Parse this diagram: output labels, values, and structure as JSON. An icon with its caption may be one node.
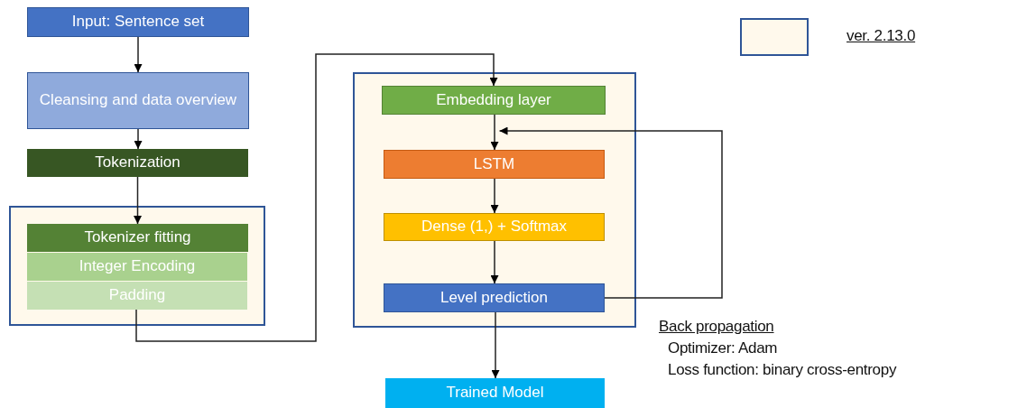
{
  "diagram": {
    "nodes": [
      {
        "text": [
          "Input: Sentence set"
        ]
      },
      {
        "text": [
          "Cleansing and data overview"
        ]
      },
      {
        "text": [
          "Tokenization"
        ]
      },
      {
        "text": [],
        "shape": "box"
      },
      {
        "text": [
          "Tokenizer fitting"
        ],
        "in": 3
      },
      {
        "text": [
          "Integer Encoding"
        ],
        "in": 3
      },
      {
        "text": [
          "Padding"
        ],
        "in": 3
      },
      {
        "text": [],
        "shape": "box"
      },
      {
        "text": [
          "Embedding layer"
        ],
        "in": 7
      },
      {
        "text": [
          "LSTM"
        ],
        "in": 7
      },
      {
        "text": [
          "Dense (1,) + Softmax"
        ],
        "in": 7
      },
      {
        "text": [
          "Level prediction"
        ],
        "in": 7
      },
      {
        "text": [
          "Trained Model"
        ]
      }
    ],
    "edges": [
      {
        "from": 0,
        "to": 1,
        "arrow": "to"
      },
      {
        "from": 1,
        "to": 2,
        "arrow": "to"
      },
      {
        "from": 2,
        "to": 4,
        "arrow": "to"
      },
      {
        "from": 6,
        "to": 8,
        "arrow": "to"
      },
      {
        "from": 8,
        "to": 9,
        "arrow": "to"
      },
      {
        "from": 9,
        "to": 10,
        "arrow": "to"
      },
      {
        "from": 10,
        "to": 11,
        "arrow": "to"
      },
      {
        "from": 11,
        "to": 9,
        "arrow": "to"
      },
      {
        "from": 11,
        "to": 12,
        "arrow": "to"
      }
    ],
    "labels": [
      "Back propagation",
      "Optimizer: Adam",
      "Loss function: binary cross-entropy"
    ],
    "legend": [
      {
        "text": "ver. 2.13.0",
        "color": "#fff9ec"
      }
    ]
  }
}
